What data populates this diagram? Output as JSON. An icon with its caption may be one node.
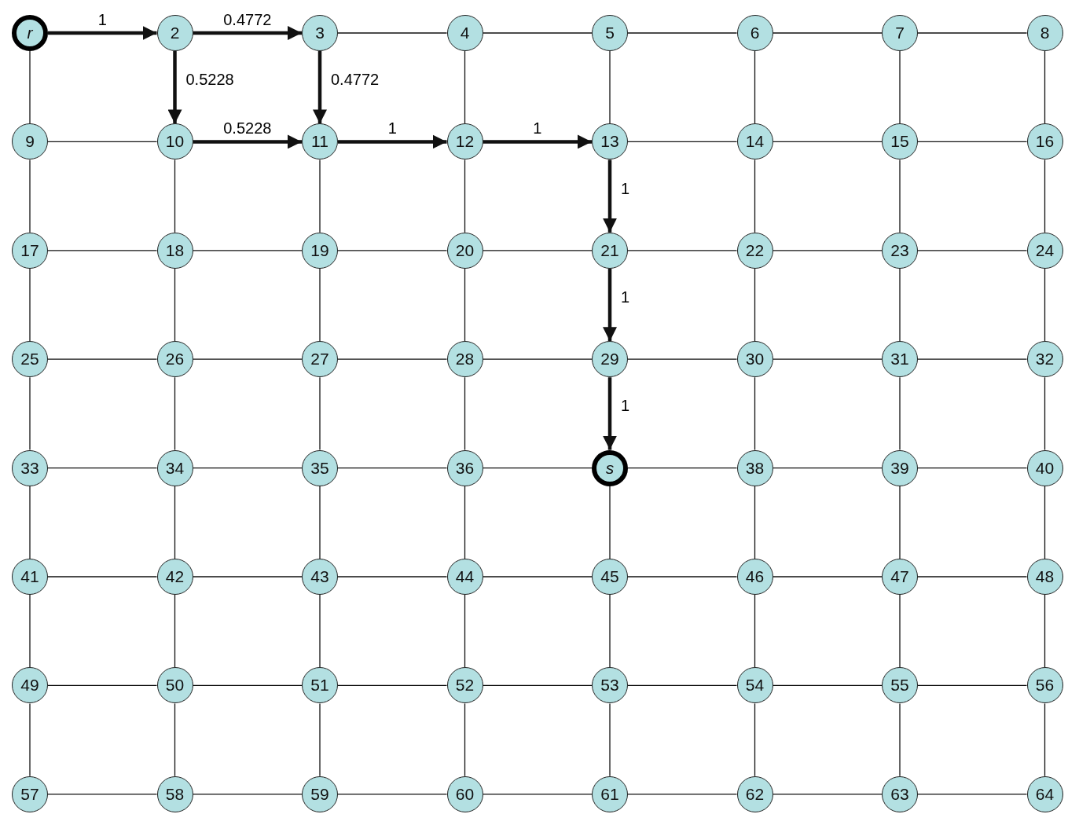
{
  "diagram": {
    "nodes": [
      {
        "text": [
          "r"
        ]
      },
      {
        "text": [
          "2"
        ]
      },
      {
        "text": [
          "3"
        ]
      },
      {
        "text": [
          "4"
        ]
      },
      {
        "text": [
          "5"
        ]
      },
      {
        "text": [
          "6"
        ]
      },
      {
        "text": [
          "7"
        ]
      },
      {
        "text": [
          "8"
        ]
      },
      {
        "text": [
          "9"
        ]
      },
      {
        "text": [
          "10"
        ]
      },
      {
        "text": [
          "11"
        ]
      },
      {
        "text": [
          "12"
        ]
      },
      {
        "text": [
          "13"
        ]
      },
      {
        "text": [
          "14"
        ]
      },
      {
        "text": [
          "15"
        ]
      },
      {
        "text": [
          "16"
        ]
      },
      {
        "text": [
          "17"
        ]
      },
      {
        "text": [
          "18"
        ]
      },
      {
        "text": [
          "19"
        ]
      },
      {
        "text": [
          "20"
        ]
      },
      {
        "text": [
          "21"
        ]
      },
      {
        "text": [
          "22"
        ]
      },
      {
        "text": [
          "23"
        ]
      },
      {
        "text": [
          "24"
        ]
      },
      {
        "text": [
          "25"
        ]
      },
      {
        "text": [
          "26"
        ]
      },
      {
        "text": [
          "27"
        ]
      },
      {
        "text": [
          "28"
        ]
      },
      {
        "text": [
          "29"
        ]
      },
      {
        "text": [
          "30"
        ]
      },
      {
        "text": [
          "31"
        ]
      },
      {
        "text": [
          "32"
        ]
      },
      {
        "text": [
          "33"
        ]
      },
      {
        "text": [
          "34"
        ]
      },
      {
        "text": [
          "35"
        ]
      },
      {
        "text": [
          "36"
        ]
      },
      {
        "text": [
          "s"
        ]
      },
      {
        "text": [
          "38"
        ]
      },
      {
        "text": [
          "39"
        ]
      },
      {
        "text": [
          "40"
        ]
      },
      {
        "text": [
          "41"
        ]
      },
      {
        "text": [
          "42"
        ]
      },
      {
        "text": [
          "43"
        ]
      },
      {
        "text": [
          "44"
        ]
      },
      {
        "text": [
          "45"
        ]
      },
      {
        "text": [
          "46"
        ]
      },
      {
        "text": [
          "47"
        ]
      },
      {
        "text": [
          "48"
        ]
      },
      {
        "text": [
          "49"
        ]
      },
      {
        "text": [
          "50"
        ]
      },
      {
        "text": [
          "51"
        ]
      },
      {
        "text": [
          "52"
        ]
      },
      {
        "text": [
          "53"
        ]
      },
      {
        "text": [
          "54"
        ]
      },
      {
        "text": [
          "55"
        ]
      },
      {
        "text": [
          "56"
        ]
      },
      {
        "text": [
          "57"
        ]
      },
      {
        "text": [
          "58"
        ]
      },
      {
        "text": [
          "59"
        ]
      },
      {
        "text": [
          "60"
        ]
      },
      {
        "text": [
          "61"
        ]
      },
      {
        "text": [
          "62"
        ]
      },
      {
        "text": [
          "63"
        ]
      },
      {
        "text": [
          "64"
        ]
      }
    ],
    "edges": [
      {
        "from": 0,
        "to": 1,
        "arrow": "to",
        "style": "thick",
        "label": "1"
      },
      {
        "from": 1,
        "to": 2,
        "arrow": "to",
        "style": "thick",
        "label": "0.4772"
      },
      {
        "from": 2,
        "to": 3,
        "arrow": "none"
      },
      {
        "from": 3,
        "to": 4,
        "arrow": "none"
      },
      {
        "from": 4,
        "to": 5,
        "arrow": "none"
      },
      {
        "from": 5,
        "to": 6,
        "arrow": "none"
      },
      {
        "from": 6,
        "to": 7,
        "arrow": "none"
      },
      {
        "from": 0,
        "to": 8,
        "arrow": "none"
      },
      {
        "from": 1,
        "to": 9,
        "arrow": "to",
        "style": "thick",
        "label": "0.5228"
      },
      {
        "from": 2,
        "to": 10,
        "arrow": "to",
        "style": "thick",
        "label": "0.4772"
      },
      {
        "from": 3,
        "to": 11,
        "arrow": "none"
      },
      {
        "from": 4,
        "to": 12,
        "arrow": "none"
      },
      {
        "from": 5,
        "to": 13,
        "arrow": "none"
      },
      {
        "from": 6,
        "to": 14,
        "arrow": "none"
      },
      {
        "from": 7,
        "to": 15,
        "arrow": "none"
      },
      {
        "from": 8,
        "to": 9,
        "arrow": "none"
      },
      {
        "from": 9,
        "to": 10,
        "arrow": "to",
        "style": "thick",
        "label": "0.5228"
      },
      {
        "from": 10,
        "to": 11,
        "arrow": "to",
        "style": "thick",
        "label": "1"
      },
      {
        "from": 11,
        "to": 12,
        "arrow": "to",
        "style": "thick",
        "label": "1"
      },
      {
        "from": 12,
        "to": 13,
        "arrow": "none"
      },
      {
        "from": 13,
        "to": 14,
        "arrow": "none"
      },
      {
        "from": 14,
        "to": 15,
        "arrow": "none"
      },
      {
        "from": 8,
        "to": 16,
        "arrow": "none"
      },
      {
        "from": 9,
        "to": 17,
        "arrow": "none"
      },
      {
        "from": 10,
        "to": 18,
        "arrow": "none"
      },
      {
        "from": 11,
        "to": 19,
        "arrow": "none"
      },
      {
        "from": 12,
        "to": 20,
        "arrow": "to",
        "style": "thick",
        "label": "1"
      },
      {
        "from": 13,
        "to": 21,
        "arrow": "none"
      },
      {
        "from": 14,
        "to": 22,
        "arrow": "none"
      },
      {
        "from": 15,
        "to": 23,
        "arrow": "none"
      },
      {
        "from": 16,
        "to": 17,
        "arrow": "none"
      },
      {
        "from": 17,
        "to": 18,
        "arrow": "none"
      },
      {
        "from": 18,
        "to": 19,
        "arrow": "none"
      },
      {
        "from": 19,
        "to": 20,
        "arrow": "none"
      },
      {
        "from": 20,
        "to": 21,
        "arrow": "none"
      },
      {
        "from": 21,
        "to": 22,
        "arrow": "none"
      },
      {
        "from": 22,
        "to": 23,
        "arrow": "none"
      },
      {
        "from": 16,
        "to": 24,
        "arrow": "none"
      },
      {
        "from": 17,
        "to": 25,
        "arrow": "none"
      },
      {
        "from": 18,
        "to": 26,
        "arrow": "none"
      },
      {
        "from": 19,
        "to": 27,
        "arrow": "none"
      },
      {
        "from": 20,
        "to": 28,
        "arrow": "to",
        "style": "thick",
        "label": "1"
      },
      {
        "from": 21,
        "to": 29,
        "arrow": "none"
      },
      {
        "from": 22,
        "to": 30,
        "arrow": "none"
      },
      {
        "from": 23,
        "to": 31,
        "arrow": "none"
      },
      {
        "from": 24,
        "to": 25,
        "arrow": "none"
      },
      {
        "from": 25,
        "to": 26,
        "arrow": "none"
      },
      {
        "from": 26,
        "to": 27,
        "arrow": "none"
      },
      {
        "from": 27,
        "to": 28,
        "arrow": "none"
      },
      {
        "from": 28,
        "to": 29,
        "arrow": "none"
      },
      {
        "from": 29,
        "to": 30,
        "arrow": "none"
      },
      {
        "from": 30,
        "to": 31,
        "arrow": "none"
      },
      {
        "from": 24,
        "to": 32,
        "arrow": "none"
      },
      {
        "from": 25,
        "to": 33,
        "arrow": "none"
      },
      {
        "from": 26,
        "to": 34,
        "arrow": "none"
      },
      {
        "from": 27,
        "to": 35,
        "arrow": "none"
      },
      {
        "from": 28,
        "to": 36,
        "arrow": "to",
        "style": "thick",
        "label": "1"
      },
      {
        "from": 29,
        "to": 37,
        "arrow": "none"
      },
      {
        "from": 30,
        "to": 38,
        "arrow": "none"
      },
      {
        "from": 31,
        "to": 39,
        "arrow": "none"
      },
      {
        "from": 32,
        "to": 33,
        "arrow": "none"
      },
      {
        "from": 33,
        "to": 34,
        "arrow": "none"
      },
      {
        "from": 34,
        "to": 35,
        "arrow": "none"
      },
      {
        "from": 35,
        "to": 36,
        "arrow": "none"
      },
      {
        "from": 36,
        "to": 37,
        "arrow": "none"
      },
      {
        "from": 37,
        "to": 38,
        "arrow": "none"
      },
      {
        "from": 38,
        "to": 39,
        "arrow": "none"
      },
      {
        "from": 32,
        "to": 40,
        "arrow": "none"
      },
      {
        "from": 33,
        "to": 41,
        "arrow": "none"
      },
      {
        "from": 34,
        "to": 42,
        "arrow": "none"
      },
      {
        "from": 35,
        "to": 43,
        "arrow": "none"
      },
      {
        "from": 36,
        "to": 44,
        "arrow": "none"
      },
      {
        "from": 37,
        "to": 45,
        "arrow": "none"
      },
      {
        "from": 38,
        "to": 46,
        "arrow": "none"
      },
      {
        "from": 39,
        "to": 47,
        "arrow": "none"
      },
      {
        "from": 40,
        "to": 41,
        "arrow": "none"
      },
      {
        "from": 41,
        "to": 42,
        "arrow": "none"
      },
      {
        "from": 42,
        "to": 43,
        "arrow": "none"
      },
      {
        "from": 43,
        "to": 44,
        "arrow": "none"
      },
      {
        "from": 44,
        "to": 45,
        "arrow": "none"
      },
      {
        "from": 45,
        "to": 46,
        "arrow": "none"
      },
      {
        "from": 46,
        "to": 47,
        "arrow": "none"
      },
      {
        "from": 40,
        "to": 48,
        "arrow": "none"
      },
      {
        "from": 41,
        "to": 49,
        "arrow": "none"
      },
      {
        "from": 42,
        "to": 50,
        "arrow": "none"
      },
      {
        "from": 43,
        "to": 51,
        "arrow": "none"
      },
      {
        "from": 44,
        "to": 52,
        "arrow": "none"
      },
      {
        "from": 45,
        "to": 53,
        "arrow": "none"
      },
      {
        "from": 46,
        "to": 54,
        "arrow": "none"
      },
      {
        "from": 47,
        "to": 55,
        "arrow": "none"
      },
      {
        "from": 48,
        "to": 49,
        "arrow": "none"
      },
      {
        "from": 49,
        "to": 50,
        "arrow": "none"
      },
      {
        "from": 50,
        "to": 51,
        "arrow": "none"
      },
      {
        "from": 51,
        "to": 52,
        "arrow": "none"
      },
      {
        "from": 52,
        "to": 53,
        "arrow": "none"
      },
      {
        "from": 53,
        "to": 54,
        "arrow": "none"
      },
      {
        "from": 54,
        "to": 55,
        "arrow": "none"
      },
      {
        "from": 48,
        "to": 56,
        "arrow": "none"
      },
      {
        "from": 49,
        "to": 57,
        "arrow": "none"
      },
      {
        "from": 50,
        "to": 58,
        "arrow": "none"
      },
      {
        "from": 51,
        "to": 59,
        "arrow": "none"
      },
      {
        "from": 52,
        "to": 60,
        "arrow": "none"
      },
      {
        "from": 53,
        "to": 61,
        "arrow": "none"
      },
      {
        "from": 54,
        "to": 62,
        "arrow": "none"
      },
      {
        "from": 55,
        "to": 63,
        "arrow": "none"
      },
      {
        "from": 56,
        "to": 57,
        "arrow": "none"
      },
      {
        "from": 57,
        "to": 58,
        "arrow": "none"
      },
      {
        "from": 58,
        "to": 59,
        "arrow": "none"
      },
      {
        "from": 59,
        "to": 60,
        "arrow": "none"
      },
      {
        "from": 60,
        "to": 61,
        "arrow": "none"
      },
      {
        "from": 61,
        "to": 62,
        "arrow": "none"
      },
      {
        "from": 62,
        "to": 63,
        "arrow": "none"
      }
    ]
  }
}
